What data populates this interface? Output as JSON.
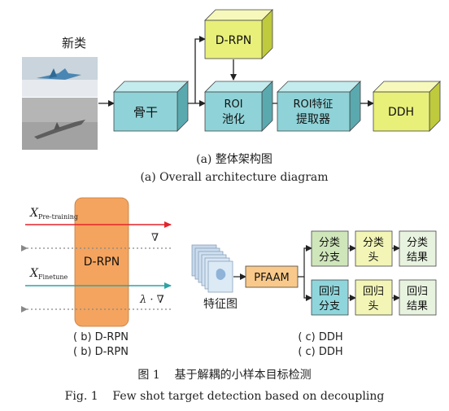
{
  "top": {
    "new_class_label": "新类",
    "backbone_label": "骨干",
    "drpn_label": "D-RPN",
    "roi_pool_line1": "ROI",
    "roi_pool_line2": "池化",
    "roi_feat_line1": "ROI特征",
    "roi_feat_line2": "提取器",
    "ddh_label": "DDH",
    "caption_cn": "(a) 整体架构图",
    "caption_en": "(a) Overall architecture diagram"
  },
  "drpn_panel": {
    "box_label": "D-RPN",
    "x_pretraining_main": "X",
    "x_pretraining_sub": "Pre-training",
    "x_finetune_main": "X",
    "x_finetune_sub": "Finetune",
    "grad_label": "∇",
    "lambda_grad_label": "λ · ∇",
    "caption_1": "( b) D-RPN",
    "caption_2": "( b) D-RPN"
  },
  "ddh_panel": {
    "feature_map_label": "特征图",
    "pfaam_label": "PFAAM",
    "cls_branch_line1": "分类",
    "cls_branch_line2": "分支",
    "cls_head_line1": "分类",
    "cls_head_line2": "头",
    "cls_result_line1": "分类",
    "cls_result_line2": "结果",
    "reg_branch_line1": "回归",
    "reg_branch_line2": "分支",
    "reg_head_line1": "回归",
    "reg_head_line2": "头",
    "reg_result_line1": "回归",
    "reg_result_line2": "结果",
    "caption_1": "( c) DDH",
    "caption_2": "( c) DDH"
  },
  "figure_caption_cn": "图 1    基于解耦的小样本目标检测",
  "figure_caption_en": "Fig. 1    Few shot target detection based on decoupling",
  "colors": {
    "teal_front": "#8fd3d8",
    "teal_top": "#c4ecee",
    "teal_side": "#5aa9af",
    "yellow_front": "#e8f07a",
    "yellow_top": "#f6f9bb",
    "yellow_side": "#bfca3c",
    "orange_box": "#f4a45e",
    "red_arrow": "#e3242b",
    "teal_arrow": "#2ea3a5",
    "green_box": "#cfe6bb",
    "blue_box": "#8fd6dc",
    "yellow_box": "#f2f5b5",
    "pale_green_box": "#e8f3df",
    "pfaam_box": "#f8c98a"
  }
}
